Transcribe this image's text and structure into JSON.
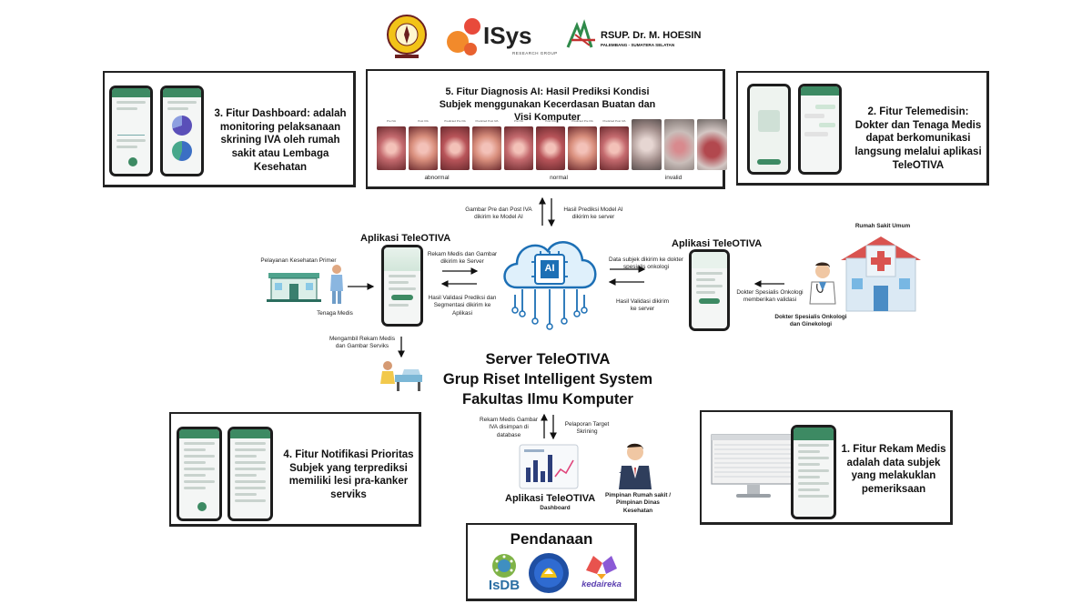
{
  "logos": {
    "isys": "ISys",
    "isys_sub": "RESEARCH GROUP",
    "rsup": "RSUP. Dr. M. HOESIN",
    "rsup_sub": "PALEMBANG - SUMATERA SELATAN"
  },
  "features": {
    "f3": "3. Fitur Dashboard: adalah monitoring pelaksanaan skrining IVA oleh rumah sakit atau Lembaga Kesehatan",
    "f5": "5. Fitur Diagnosis AI: Hasil Prediksi Kondisi Subjek menggunakan Kecerdasan Buatan dan Visi Komputer",
    "f2": "2. Fitur Telemedisin: Dokter dan Tenaga Medis dapat berkomunikasi langsung melalui aplikasi TeleOTIVA",
    "f4": "4. Fitur Notifikasi Prioritas Subjek yang terprediksi memiliki lesi pra-kanker serviks",
    "f1": "1. Fitur Rekam Medis adalah data subjek yang melakuklan pemeriksaan"
  },
  "diagnosis": {
    "labels": [
      "abnormal",
      "normal",
      "invalid"
    ],
    "img_captions": [
      "Pre IVA",
      "Post IVA",
      "Predicted Pre IVA",
      "Predicted Post IVA",
      "Pre IVA",
      "Post IVA",
      "Predicted Pre IVA",
      "Predicted Post IVA"
    ],
    "colors": {
      "tissue_a": "#c46a6e",
      "tissue_b": "#d98f7d",
      "tissue_c": "#b85459"
    }
  },
  "flow": {
    "to_ai": "Gambar Pre dan Post IVA dikirim ke Model AI",
    "from_ai": "Hasil Prediksi Model AI dikirim ke server",
    "app_left_title": "Aplikasi TeleOTIVA",
    "app_right_title": "Aplikasi TeleOTIVA",
    "primary_care": "Pelayanan Kesehatan Primer",
    "medic": "Tenaga Medis",
    "rekam_to_server": "Rekam Medis dan Gambar dikirim ke Server",
    "validasi_to_app": "Hasil Validasi Prediksi dan Segmentasi dikirim ke Aplikasi",
    "ambil_rekam": "Mengambil Rekam Medis dan Gambar Serviks",
    "data_to_specialist": "Data subjek dikirim ke dokter spesialis onkologi",
    "validasi_to_server": "Hasil Validasi dikirim ke server",
    "hospital": "Rumah Sakit Umum",
    "doctor_validates": "Dokter Spesialis Onkologi memberikan validasi",
    "doctor_label": "Dokter Spesialis Onkologi dan Ginekologi",
    "ai_chip": "AI",
    "server_lines": [
      "Server TeleOTIVA",
      "Grup Riset Intelligent System",
      "Fakultas Ilmu Komputer"
    ],
    "rekam_db": "Rekam Medis Gambar IVA disimpan di database",
    "laporan": "Pelaporan Target Skrining",
    "dashboard_title": "Aplikasi TeleOTIVA",
    "dashboard_sub": "Dashboard",
    "leader": "Pimpinan Rumah sakit / Pimpinan Dinas Kesehatan"
  },
  "funding": {
    "title": "Pendanaan",
    "isdb": "IsDB",
    "kedaireka": "kedaireka"
  }
}
